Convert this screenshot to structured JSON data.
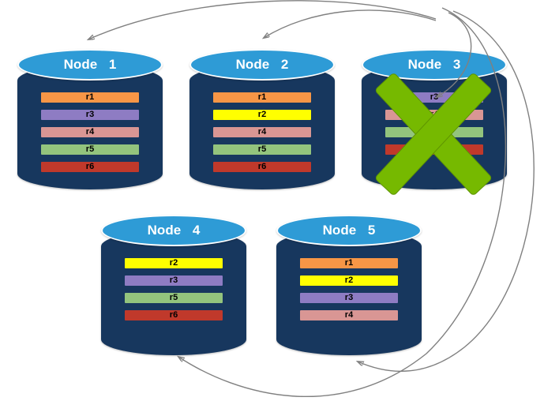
{
  "palette": {
    "cylinder_body": "#17375E",
    "cylinder_top": "#2E9BD6",
    "arrow": "#808080",
    "fail_x": "#76B900"
  },
  "nodes": [
    {
      "label": "Node 1",
      "replicas": [
        {
          "name": "r1",
          "color": "#F79646"
        },
        {
          "name": "r3",
          "color": "#8E7CC3"
        },
        {
          "name": "r4",
          "color": "#D99694"
        },
        {
          "name": "r5",
          "color": "#93C47D"
        },
        {
          "name": "r6",
          "color": "#C0392B"
        }
      ]
    },
    {
      "label": "Node 2",
      "replicas": [
        {
          "name": "r1",
          "color": "#F79646"
        },
        {
          "name": "r2",
          "color": "#FFFF00"
        },
        {
          "name": "r4",
          "color": "#D99694"
        },
        {
          "name": "r5",
          "color": "#93C47D"
        },
        {
          "name": "r6",
          "color": "#C0392B"
        }
      ]
    },
    {
      "label": "Node 3",
      "failed": true,
      "replicas": [
        {
          "name": "r3",
          "color": "#8E7CC3"
        },
        {
          "name": "r4",
          "color": "#D99694"
        },
        {
          "name": "r5",
          "color": "#93C47D"
        },
        {
          "name": "r6",
          "color": "#C0392B"
        }
      ]
    },
    {
      "label": "Node 4",
      "replicas": [
        {
          "name": "r2",
          "color": "#FFFF00"
        },
        {
          "name": "r3",
          "color": "#8E7CC3"
        },
        {
          "name": "r5",
          "color": "#93C47D"
        },
        {
          "name": "r6",
          "color": "#C0392B"
        }
      ]
    },
    {
      "label": "Node 5",
      "replicas": [
        {
          "name": "r1",
          "color": "#F79646"
        },
        {
          "name": "r2",
          "color": "#FFFF00"
        },
        {
          "name": "r3",
          "color": "#8E7CC3"
        },
        {
          "name": "r4",
          "color": "#D99694"
        }
      ]
    }
  ],
  "edges": [
    {
      "from": "Node 3",
      "to": "Node 1"
    },
    {
      "from": "Node 3",
      "to": "Node 2"
    },
    {
      "from": "Node 3",
      "to": "Node 3"
    },
    {
      "from": "Node 3",
      "to": "Node 4"
    },
    {
      "from": "Node 3",
      "to": "Node 5"
    }
  ]
}
